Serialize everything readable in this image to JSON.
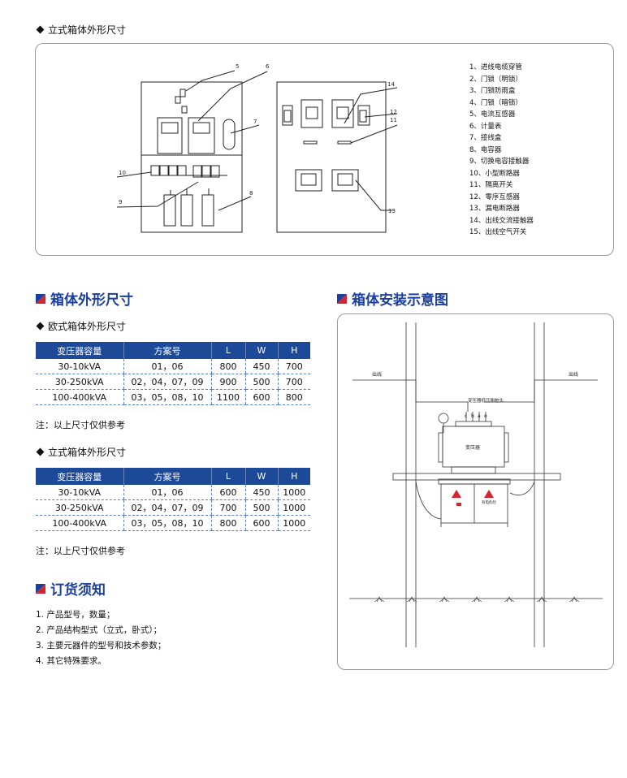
{
  "top": {
    "heading": "立式箱体外形尺寸",
    "labels": {
      "n5": "5",
      "n6": "6",
      "n7": "7",
      "n8": "8",
      "n9": "9",
      "n10": "10",
      "n11": "11",
      "n12": "12",
      "n13": "13",
      "n14": "14"
    },
    "legend": [
      "1、进线电缆穿管",
      "2、门锁（明锁）",
      "3、门锁防雨盒",
      "4、门锁（暗锁）",
      "5、电流互感器",
      "6、计量表",
      "7、接线盒",
      "8、电容器",
      "9、切换电容接触器",
      "10、小型断路器",
      "11、隔离开关",
      "12、零序互感器",
      "13、漏电断路器",
      "14、出线交流接触器",
      "15、出线空气开关"
    ]
  },
  "dims": {
    "title": "箱体外形尺寸",
    "euro": {
      "heading": "欧式箱体外形尺寸",
      "headers": [
        "变压器容量",
        "方案号",
        "L",
        "W",
        "H"
      ],
      "rows": [
        [
          "30-10kVA",
          "01，06",
          "800",
          "450",
          "700"
        ],
        [
          "30-250kVA",
          "02，04，07，09",
          "900",
          "500",
          "700"
        ],
        [
          "100-400kVA",
          "03，05，08，10",
          "1100",
          "600",
          "800"
        ]
      ],
      "note": "注：以上尺寸仅供参考"
    },
    "vertical": {
      "heading": "立式箱体外形尺寸",
      "headers": [
        "变压器容量",
        "方案号",
        "L",
        "W",
        "H"
      ],
      "rows": [
        [
          "30-10kVA",
          "01，06",
          "600",
          "450",
          "1000"
        ],
        [
          "30-250kVA",
          "02，04，07，09",
          "700",
          "500",
          "1000"
        ],
        [
          "100-400kVA",
          "03，05，08，10",
          "800",
          "600",
          "1000"
        ]
      ],
      "note": "注：以上尺寸仅供参考"
    }
  },
  "order": {
    "title": "订货须知",
    "items": [
      "1. 产品型号，数量；",
      "2. 产品结构型式（立式，卧式）；",
      "3. 主要元器件的型号和技术参数；",
      "4. 其它特殊要求。"
    ]
  },
  "install": {
    "title": "箱体安装示意图",
    "outline_left": "出线",
    "outline_right": "出线",
    "cap_label": "变压器低压侧桩头",
    "phases": [
      "c",
      "b",
      "a",
      "o"
    ],
    "transformer": "变压器",
    "warning": "有电危险"
  },
  "colors": {
    "accent": "#1d4a98",
    "flag_red": "#d7242f",
    "title_blue": "#1b3f9c"
  }
}
